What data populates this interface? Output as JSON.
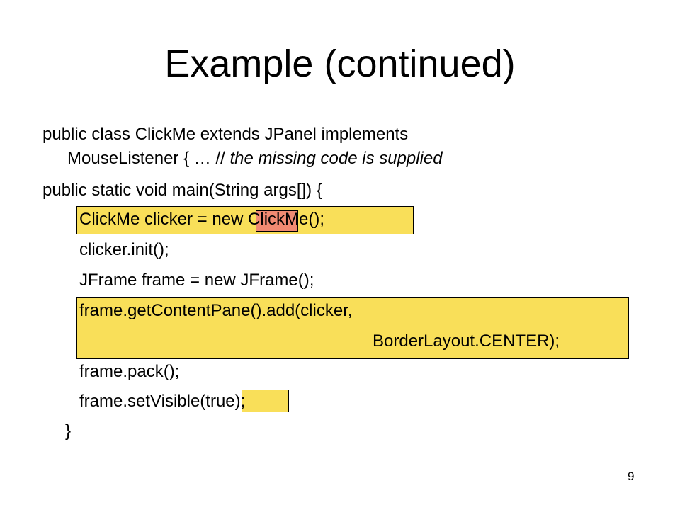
{
  "slide": {
    "title": "Example (continued)",
    "page_number": "9",
    "highlight_colors": {
      "yellow": "#f9df59",
      "red": "#f08a72"
    }
  },
  "code": {
    "line1": "public class ClickMe extends JPanel implements",
    "line2_code": "MouseListener { … // ",
    "line2_comment": "the missing code is supplied",
    "line3": "public static void main(String args[]) {",
    "line4_pre": "ClickMe clicker = ",
    "line4_new": "new",
    "line4_post": " ClickMe();",
    "line5": "clicker.init();",
    "line6": "JFrame frame = new JFrame();",
    "line7": "frame.getContentPane().add(clicker,",
    "line8": "BorderLayout.CENTER);",
    "line9": "frame.pack();",
    "line10_pre": "frame.setVisible(",
    "line10_true": "true",
    "line10_post": ");",
    "line11": "}"
  }
}
